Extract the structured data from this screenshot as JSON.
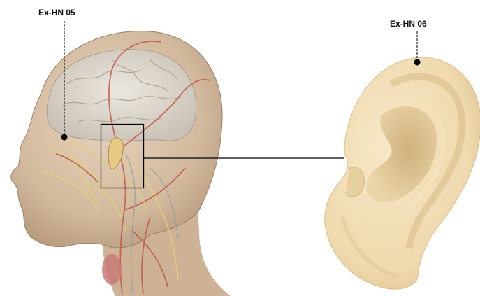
{
  "points": [
    {
      "id": "ex-hn-05",
      "label": "Ex-HN 05"
    },
    {
      "id": "ex-hn-06",
      "label": "Ex-HN 06"
    }
  ],
  "colors": {
    "skin_head": "#d7c1a8",
    "skin_ear": "#f0dcb4",
    "ear_shadow": "#d2b884",
    "brain": "#d9d3c8",
    "vessel_red": "#c2584a",
    "nerve_yellow": "#e7d98a",
    "line": "#000000",
    "point": "#000000"
  }
}
